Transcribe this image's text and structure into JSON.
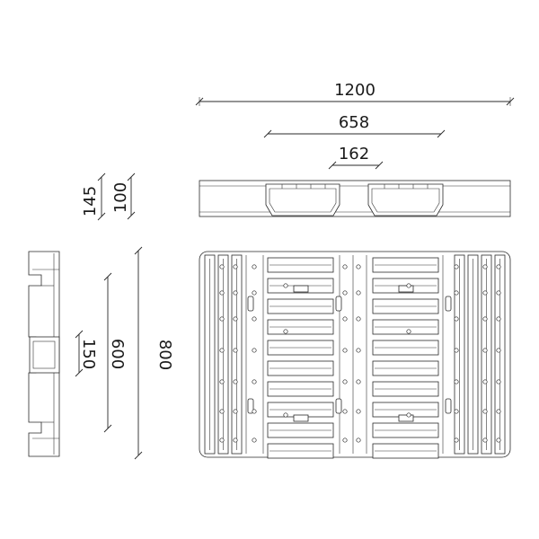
{
  "dimensions": {
    "overall_length": "1200",
    "block_spacing": "658",
    "block_gap": "162",
    "total_height": "145",
    "deck_height": "100",
    "overall_width": "800",
    "inner_width": "600",
    "fork_opening": "150"
  }
}
